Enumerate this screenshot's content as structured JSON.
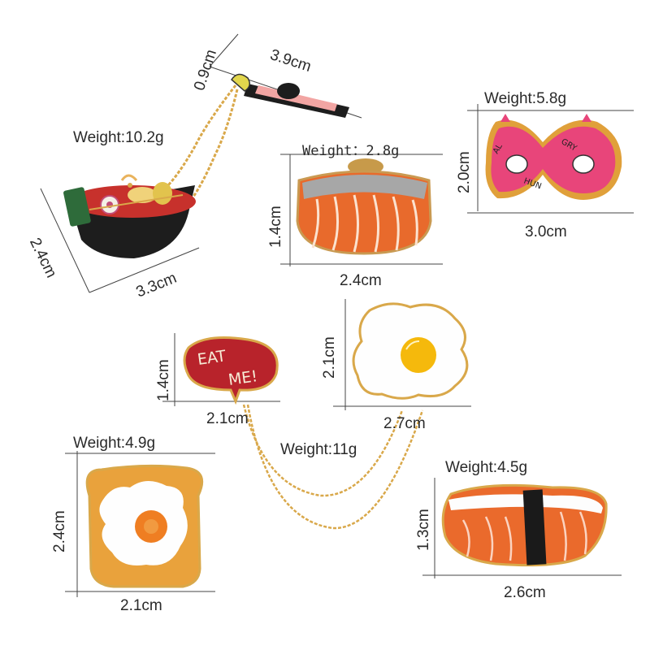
{
  "pins": {
    "ramen": {
      "weight": "Weight:10.2g",
      "chopsticks_length": "3.9cm",
      "chopsticks_height": "0.9cm",
      "bowl_height": "2.4cm",
      "bowl_width": "3.3cm"
    },
    "salmon_slice": {
      "weight": "Weight：2.8g",
      "height": "1.4cm",
      "width": "2.4cm"
    },
    "donut": {
      "weight": "Weight:5.8g",
      "height": "2.0cm",
      "width": "3.0cm",
      "text": "ALWAYS HUNGRY"
    },
    "speech_bubble": {
      "text_line1": "EAT",
      "text_line2": "ME!",
      "height": "1.4cm",
      "width": "2.1cm"
    },
    "fried_egg": {
      "height": "2.1cm",
      "width": "2.7cm"
    },
    "chain_pair": {
      "weight": "Weight:11g"
    },
    "toast": {
      "weight": "Weight:4.9g",
      "height": "2.4cm",
      "width": "2.1cm"
    },
    "sushi": {
      "weight": "Weight:4.5g",
      "height": "1.3cm",
      "width": "2.6cm"
    }
  },
  "colors": {
    "salmon": "#ea6a2c",
    "donut_pink": "#e8457a",
    "bubble_red": "#b8232b",
    "yolk": "#f5b90c",
    "gold": "#d9a84a",
    "bowl": "#1d1d1d"
  }
}
